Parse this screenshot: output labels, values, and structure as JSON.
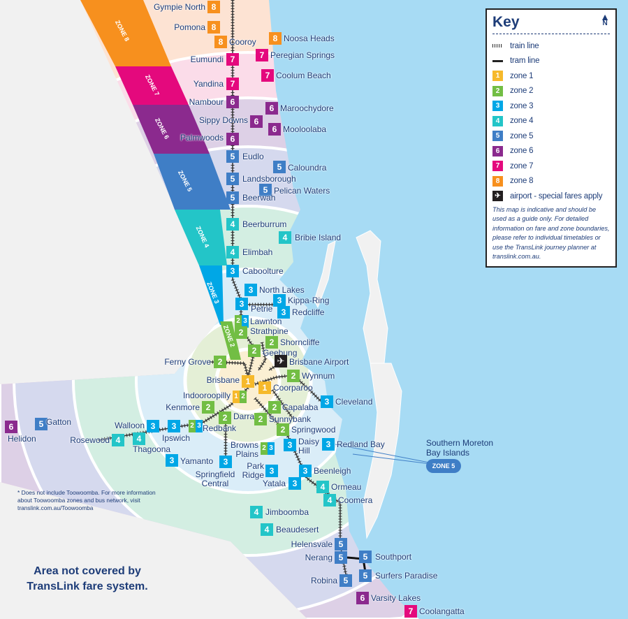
{
  "zone_colors": {
    "1": "#f6b92b",
    "2": "#72be44",
    "3": "#00a7e6",
    "4": "#23c5c8",
    "5": "#3f7ec6",
    "6": "#8b2a8e",
    "7": "#e4097d",
    "8": "#f7901e"
  },
  "zone_band_labels": [
    "ZONE 8",
    "ZONE 7",
    "ZONE 6",
    "ZONE 5",
    "ZONE 4",
    "ZONE 3",
    "ZONE 2"
  ],
  "stations": [
    {
      "name": "Gympie North",
      "zones": [
        "8"
      ]
    },
    {
      "name": "Pomona",
      "zones": [
        "8"
      ]
    },
    {
      "name": "Cooroy",
      "zones": [
        "8"
      ]
    },
    {
      "name": "Noosa Heads",
      "zones": [
        "8"
      ]
    },
    {
      "name": "Eumundi",
      "zones": [
        "7"
      ]
    },
    {
      "name": "Peregian Springs",
      "zones": [
        "7"
      ]
    },
    {
      "name": "Coolum Beach",
      "zones": [
        "7"
      ]
    },
    {
      "name": "Yandina",
      "zones": [
        "7"
      ]
    },
    {
      "name": "Nambour",
      "zones": [
        "6"
      ]
    },
    {
      "name": "Maroochydore",
      "zones": [
        "6"
      ]
    },
    {
      "name": "Sippy Downs",
      "zones": [
        "6"
      ]
    },
    {
      "name": "Mooloolaba",
      "zones": [
        "6"
      ]
    },
    {
      "name": "Palmwoods",
      "zones": [
        "6"
      ]
    },
    {
      "name": "Eudlo",
      "zones": [
        "5"
      ]
    },
    {
      "name": "Caloundra",
      "zones": [
        "5"
      ]
    },
    {
      "name": "Landsborough",
      "zones": [
        "5"
      ]
    },
    {
      "name": "Pelican Waters",
      "zones": [
        "5"
      ]
    },
    {
      "name": "Beerwah",
      "zones": [
        "5"
      ]
    },
    {
      "name": "Beerburrum",
      "zones": [
        "4"
      ]
    },
    {
      "name": "Bribie Island",
      "zones": [
        "4"
      ]
    },
    {
      "name": "Elimbah",
      "zones": [
        "4"
      ]
    },
    {
      "name": "Caboolture",
      "zones": [
        "3"
      ]
    },
    {
      "name": "North Lakes",
      "zones": [
        "3"
      ]
    },
    {
      "name": "Kippa-Ring",
      "zones": [
        "3"
      ]
    },
    {
      "name": "Petrie",
      "zones": [
        "3"
      ]
    },
    {
      "name": "Redcliffe",
      "zones": [
        "3"
      ]
    },
    {
      "name": "Lawnton",
      "zones": [
        "2",
        "3"
      ]
    },
    {
      "name": "Strathpine",
      "zones": [
        "2"
      ]
    },
    {
      "name": "Shorncliffe",
      "zones": [
        "2"
      ]
    },
    {
      "name": "Geebung",
      "zones": [
        "2"
      ]
    },
    {
      "name": "Ferny Grove",
      "zones": [
        "2"
      ]
    },
    {
      "name": "Wynnum",
      "zones": [
        "2"
      ]
    },
    {
      "name": "Brisbane",
      "zones": [
        "1"
      ]
    },
    {
      "name": "Coorparoo",
      "zones": [
        "1"
      ]
    },
    {
      "name": "Indooroopilly",
      "zones": [
        "1",
        "2"
      ]
    },
    {
      "name": "Cleveland",
      "zones": [
        "3"
      ]
    },
    {
      "name": "Kenmore",
      "zones": [
        "2"
      ]
    },
    {
      "name": "Capalaba",
      "zones": [
        "2"
      ]
    },
    {
      "name": "Darra",
      "zones": [
        "2"
      ]
    },
    {
      "name": "Sunnybank",
      "zones": [
        "2"
      ]
    },
    {
      "name": "Redbank",
      "zones": [
        "2",
        "3"
      ]
    },
    {
      "name": "Springwood",
      "zones": [
        "2"
      ]
    },
    {
      "name": "Ipswich",
      "zones": [
        "3"
      ]
    },
    {
      "name": "Walloon",
      "zones": [
        "3"
      ]
    },
    {
      "name": "Rosewood",
      "zones": [
        "4"
      ]
    },
    {
      "name": "Thagoona",
      "zones": [
        "4"
      ]
    },
    {
      "name": "Gatton",
      "zones": [
        "5"
      ]
    },
    {
      "name": "Helidon",
      "zones": [
        "6"
      ]
    },
    {
      "name": "Yamanto",
      "zones": [
        "3"
      ]
    },
    {
      "name": "Springfield Central",
      "zones": [
        "3"
      ]
    },
    {
      "name": "Browns Plains",
      "zones": [
        "2",
        "3"
      ]
    },
    {
      "name": "Daisy Hill",
      "zones": [
        "3"
      ]
    },
    {
      "name": "Redland Bay",
      "zones": [
        "3"
      ]
    },
    {
      "name": "Park Ridge",
      "zones": [
        "3"
      ]
    },
    {
      "name": "Beenleigh",
      "zones": [
        "3"
      ]
    },
    {
      "name": "Yatala",
      "zones": [
        "3"
      ]
    },
    {
      "name": "Ormeau",
      "zones": [
        "4"
      ]
    },
    {
      "name": "Coomera",
      "zones": [
        "4"
      ]
    },
    {
      "name": "Jimboomba",
      "zones": [
        "4"
      ]
    },
    {
      "name": "Beaudesert",
      "zones": [
        "4"
      ]
    },
    {
      "name": "Helensvale",
      "zones": [
        "5"
      ]
    },
    {
      "name": "Nerang",
      "zones": [
        "5"
      ]
    },
    {
      "name": "Southport",
      "zones": [
        "5"
      ]
    },
    {
      "name": "Surfers Paradise",
      "zones": [
        "5"
      ]
    },
    {
      "name": "Robina",
      "zones": [
        "5"
      ]
    },
    {
      "name": "Varsity Lakes",
      "zones": [
        "6"
      ]
    },
    {
      "name": "Coolangatta",
      "zones": [
        "7"
      ]
    }
  ],
  "airport": {
    "name": "Brisbane Airport"
  },
  "islands": {
    "label": "Southern Moreton Bay Islands",
    "zone": "ZONE 5"
  },
  "key": {
    "title": "Key",
    "north": "N",
    "items": [
      {
        "type": "train",
        "label": "train line"
      },
      {
        "type": "tram",
        "label": "tram line"
      },
      {
        "type": "zone",
        "zone": "1",
        "label": "zone 1"
      },
      {
        "type": "zone",
        "zone": "2",
        "label": "zone 2"
      },
      {
        "type": "zone",
        "zone": "3",
        "label": "zone 3"
      },
      {
        "type": "zone",
        "zone": "4",
        "label": "zone 4"
      },
      {
        "type": "zone",
        "zone": "5",
        "label": "zone 5"
      },
      {
        "type": "zone",
        "zone": "6",
        "label": "zone 6"
      },
      {
        "type": "zone",
        "zone": "7",
        "label": "zone 7"
      },
      {
        "type": "zone",
        "zone": "8",
        "label": "zone 8"
      },
      {
        "type": "airport",
        "label": "airport - special fares apply"
      }
    ],
    "note": "This map is indicative and should be used as a guide only. For detailed information on fare and zone boundaries, please refer to individual timetables or use the TransLink journey planner at translink.com.au."
  },
  "footnote": "* Does not include Toowoomba. For more information about Toowoomba zones and bus network, visit translink.com.au/Toowoomba",
  "uncovered_label": "Area not covered by TransLink fare system."
}
